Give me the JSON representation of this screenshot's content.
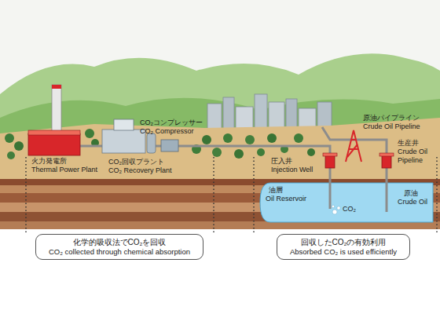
{
  "diagram": {
    "nodes": [
      {
        "text": [
          "油層",
          "Oil Reservoir",
          "CO₂",
          "原油",
          "Crude Oil"
        ]
      },
      {
        "text": [
          "化学的吸収法でCO₂を回収",
          "CO₂ collected through chemical absorption"
        ]
      },
      {
        "text": [
          "回収したCO₂の有効利用",
          "Absorbed CO₂ is used efficiently"
        ]
      }
    ],
    "labels": [
      "CO₂コンプレッサー",
      "CO₂ Compressor",
      "原油パイプライン",
      "Crude Oil Pipeline",
      "生産井",
      "Crude Oil Pipeline",
      "火力発電所",
      "Thermal Power Plant",
      "CO₂回収プラント",
      "CO₂ Recovery Plant",
      "圧入井",
      "Injection Well"
    ]
  }
}
